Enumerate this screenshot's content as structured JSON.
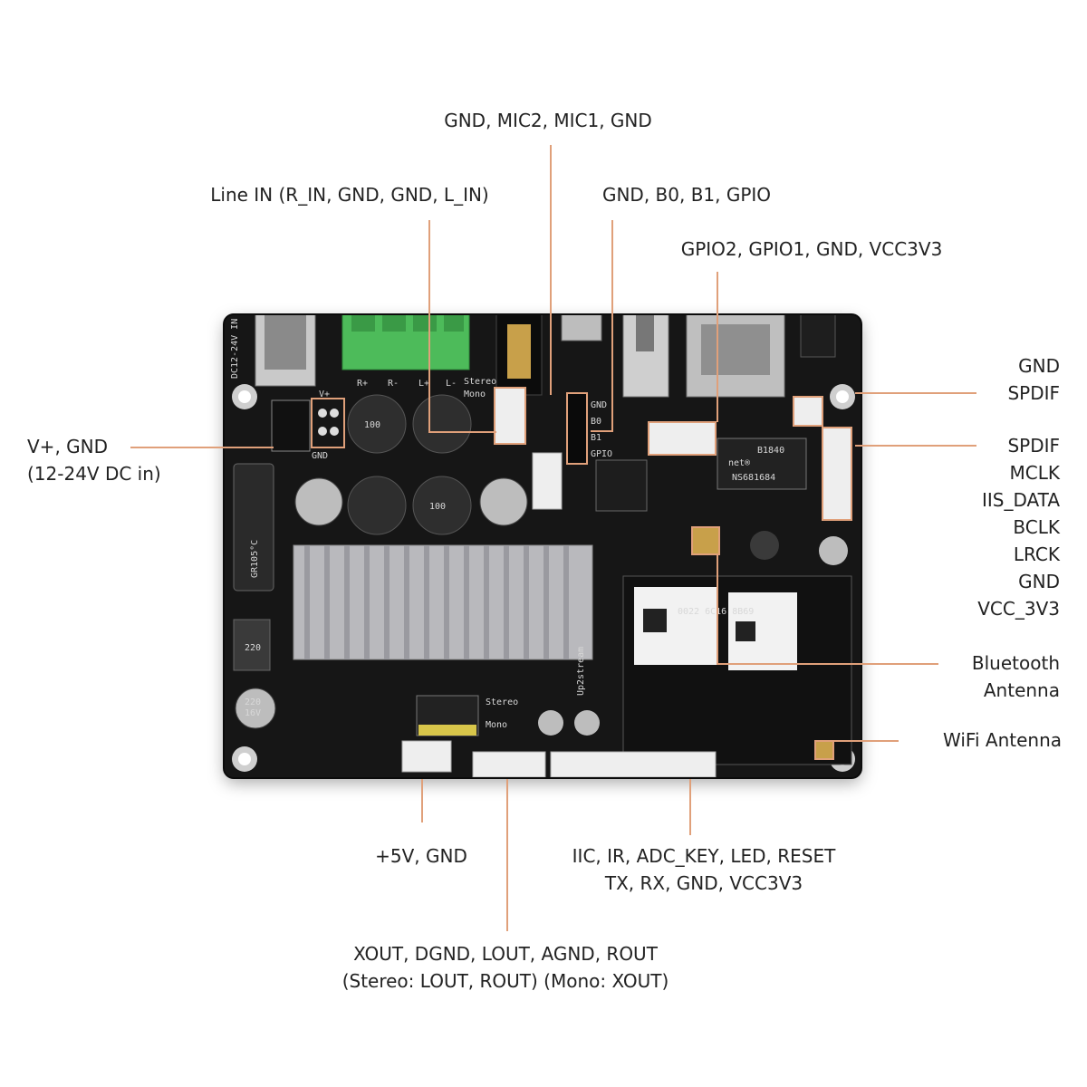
{
  "labels": {
    "mic": "GND, MIC2, MIC1, GND",
    "line_in": "Line IN (R_IN, GND, GND, L_IN)",
    "gpio_b": "GND, B0, B1, GPIO",
    "gpio2": "GPIO2, GPIO1, GND, VCC3V3",
    "vplus": [
      "V+, GND",
      "(12-24V DC in)"
    ],
    "spdif_small": [
      "GND",
      "SPDIF"
    ],
    "iis": [
      "SPDIF",
      "MCLK",
      "IIS_DATA",
      "BCLK",
      "LRCK",
      "GND",
      "VCC_3V3"
    ],
    "bt": [
      "Bluetooth",
      "Antenna"
    ],
    "wifi": "WiFi Antenna",
    "five_v": "+5V, GND",
    "iic": [
      "IIC, IR, ADC_KEY, LED, RESET",
      "TX, RX, GND, VCC3V3"
    ],
    "xout": [
      "XOUT, DGND, LOUT, AGND, ROUT",
      "(Stereo: LOUT, ROUT) (Mono: XOUT)"
    ]
  },
  "board_silk": {
    "dc_in": "DC12-24V IN",
    "terminal": [
      "R+",
      "R-",
      "L+",
      "L-"
    ],
    "stereo": "Stereo",
    "mono": "Mono",
    "vplus": "V+",
    "gnd": "GND",
    "gpio_pins": [
      "GND",
      "B0",
      "B1",
      "GPIO"
    ],
    "inductor": "100",
    "cap_big": "GR105°C",
    "transformer": [
      "B1840",
      "net®",
      "NS681684"
    ],
    "module": "0022 6C16 8B69",
    "up2stream": "Up2stream",
    "inductor_small": "220",
    "cap_small": [
      "220",
      "16V"
    ]
  },
  "colors": {
    "leader": "#e0a07a",
    "board": "#161616",
    "terminal": "#4dbb5a",
    "heatsink": "#b9b9bd"
  }
}
